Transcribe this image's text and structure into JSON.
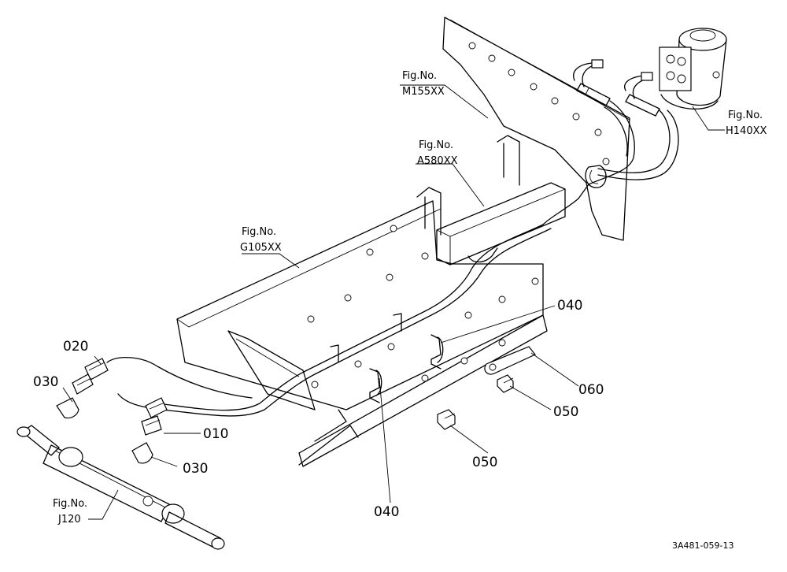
{
  "refs": {
    "fig_m155": {
      "line1": "Fig.No.",
      "line2": "M155XX"
    },
    "fig_h140": {
      "line1": "Fig.No.",
      "line2": "H140XX"
    },
    "fig_a580": {
      "line1": "Fig.No.",
      "line2": "A580XX"
    },
    "fig_g105": {
      "line1": "Fig.No.",
      "line2": "G105XX"
    },
    "fig_j120": {
      "line1": "Fig.No.",
      "line2": "J120"
    }
  },
  "parts": {
    "p010": "010",
    "p020": "020",
    "p030_a": "030",
    "p030_b": "030",
    "p040_a": "040",
    "p040_b": "040",
    "p050_a": "050",
    "p050_b": "050",
    "p060": "060"
  },
  "drawing_code": "3A481-059-13"
}
